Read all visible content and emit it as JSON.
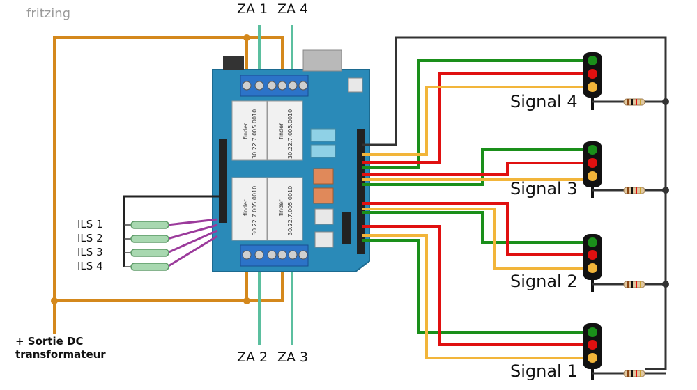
{
  "brand": "fritzing",
  "labels": {
    "za1": "ZA 1",
    "za4": "ZA 4",
    "za2": "ZA 2",
    "za3": "ZA 3",
    "ils1": "ILS 1",
    "ils2": "ILS 2",
    "ils3": "ILS 3",
    "ils4": "ILS 4",
    "dc_line1": "+ Sortie DC",
    "dc_line2": "transformateur",
    "signal4": "Signal 4",
    "signal3": "Signal 3",
    "signal2": "Signal 2",
    "signal1": "Signal 1",
    "relay_brand": "finder",
    "relay_model": "30.22.7.005.0010"
  },
  "colors": {
    "power_wire": "#d4881c",
    "track_wire": "#5bbf9f",
    "common_wire": "#333333",
    "signal_green": "#1a8f1a",
    "signal_red": "#e01010",
    "signal_yellow": "#f2b53a",
    "ils_wire": "#9b3a9b",
    "board": "#2a8ab8"
  }
}
